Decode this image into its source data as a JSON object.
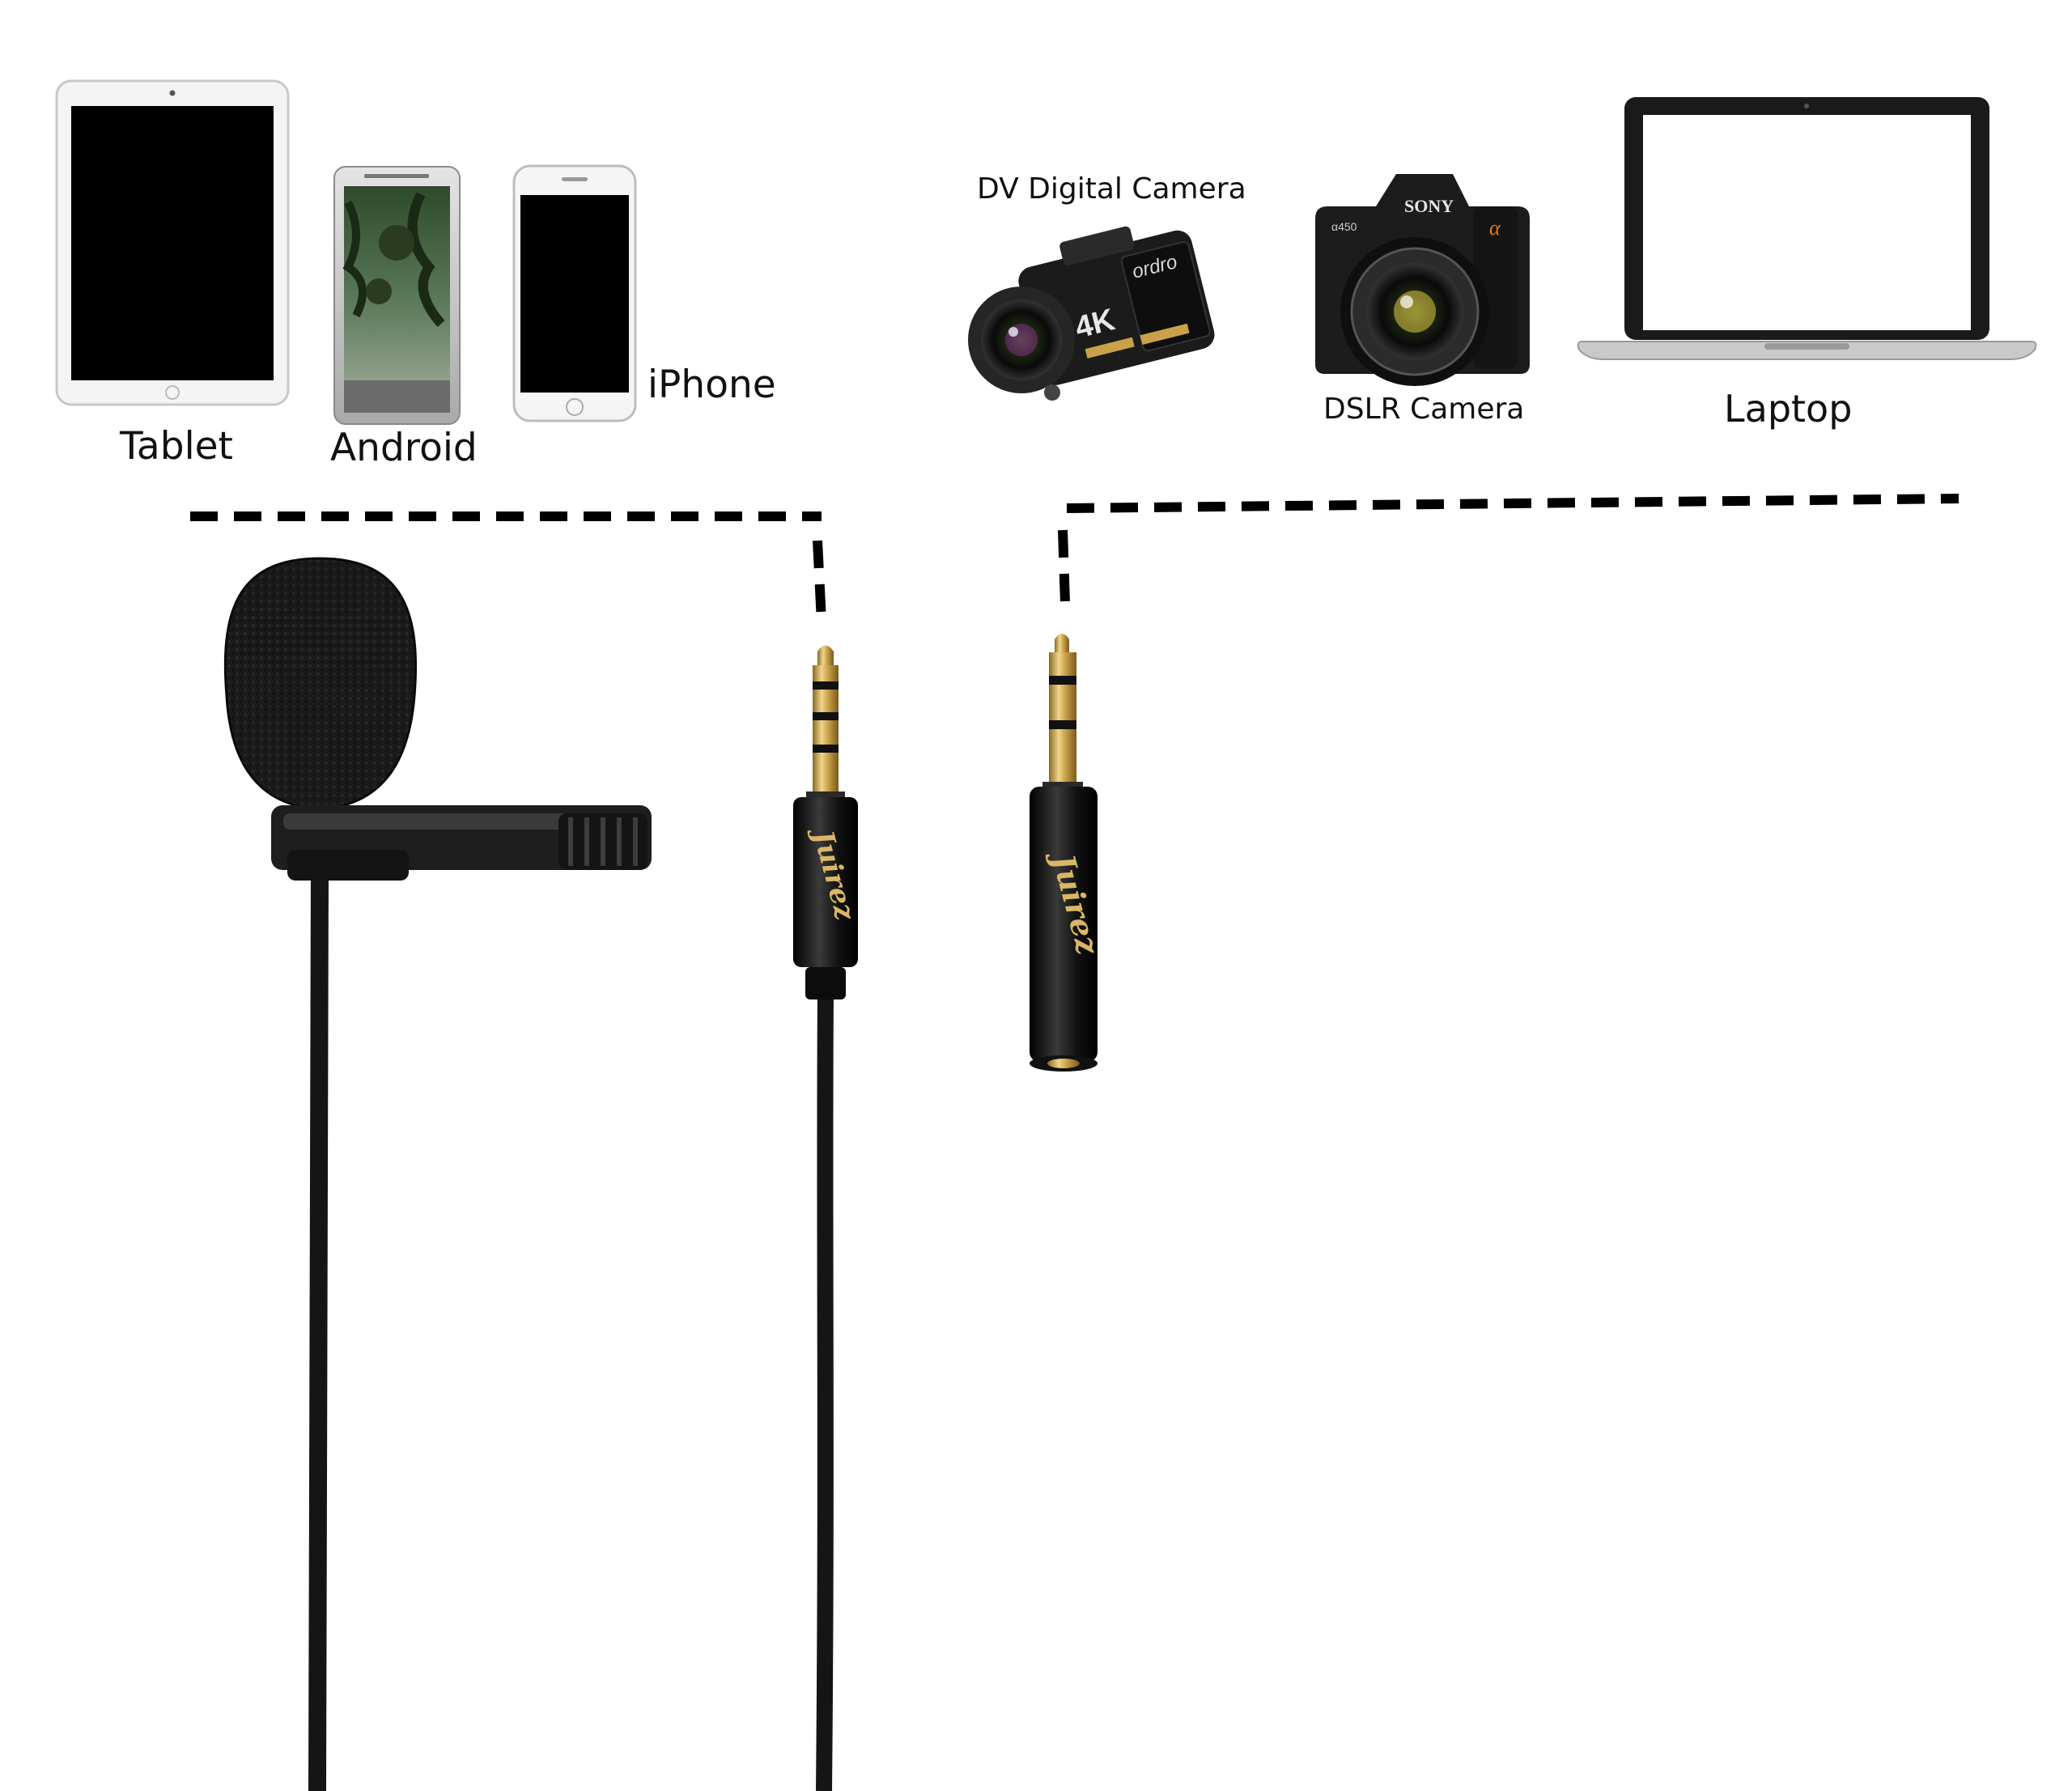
{
  "devices": {
    "tablet_label": "Tablet",
    "android_label": "Android",
    "iphone_label": "iPhone",
    "dv_camera_label": "DV Digital Camera",
    "dslr_camera_label": "DSLR Camera",
    "laptop_label": "Laptop"
  },
  "camcorder_marks": {
    "brand": "ordro",
    "resolution": "4K"
  },
  "dslr_marks": {
    "brand": "SONY",
    "model": "α450",
    "alpha": "α"
  },
  "jack_brand": "Juirez",
  "colors": {
    "background": "#ffffff",
    "cable": "#151515",
    "gold": "#c9a14a",
    "dashed_line": "#000000"
  }
}
